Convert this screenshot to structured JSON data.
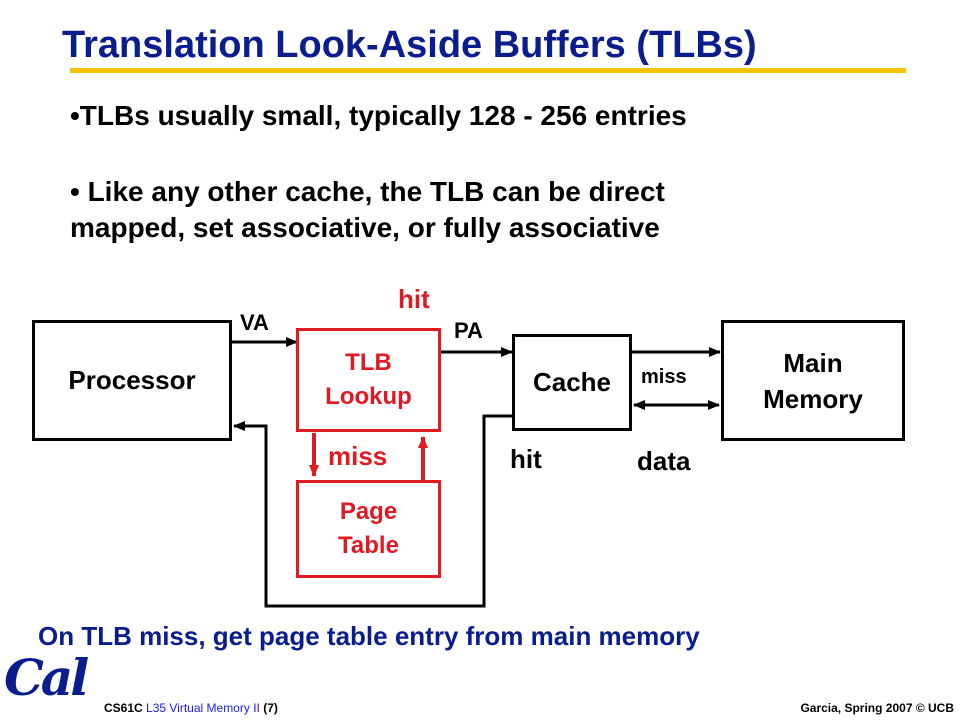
{
  "slide": {
    "title": "Translation Look-Aside Buffers (TLBs)",
    "bullets": [
      "•TLBs usually small, typically 128 - 256 entries",
      "• Like any other cache, the TLB can be direct",
      "mapped, set associative, or fully associative"
    ],
    "conclusion": "On TLB miss, get page table entry from main memory"
  },
  "diagram": {
    "processor": "Processor",
    "tlb_line1": "TLB",
    "tlb_line2": "Lookup",
    "page_table_line1": "Page",
    "page_table_line2": "Table",
    "cache": "Cache",
    "main_memory_line1": "Main",
    "main_memory_line2": "Memory",
    "va": "VA",
    "pa": "PA",
    "hit_top": "hit",
    "miss_tlb": "miss",
    "hit_cache": "hit",
    "miss_mem": "miss",
    "data": "data"
  },
  "footer": {
    "logo": "Cal",
    "course": "CS61C",
    "lecture": "L35 Virtual Memory II",
    "slide_num": "(7)",
    "credit": "Garcia, Spring 2007 © UCB"
  },
  "colors": {
    "title": "#0a1d8f",
    "accent_bar": "#f3c300",
    "red": "#e01a22",
    "footer_blue": "#1a1aff",
    "logo": "#0a1d8f"
  }
}
